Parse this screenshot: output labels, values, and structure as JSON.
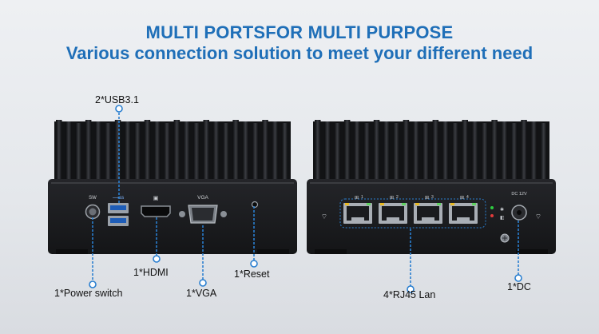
{
  "headline": {
    "line1": "MULTI PORTSFOR MULTI PURPOSE",
    "line2": "Various connection solution to meet your different need"
  },
  "device_left": {
    "ports": {
      "sw_label": "SW",
      "vga_label": "VGA"
    },
    "callouts": {
      "usb": "2*USB3.1",
      "hdmi": "1*HDMI",
      "vga": "1*VGA",
      "reset": "1*Reset",
      "power": "1*Power switch"
    }
  },
  "device_right": {
    "ports": {
      "lan_numbers": [
        "1",
        "2",
        "3",
        "4"
      ],
      "dc_label": "DC 12V"
    },
    "callouts": {
      "lan": "4*RJ45 Lan",
      "dc": "1*DC"
    }
  },
  "colors": {
    "headline": "#1f6fb8",
    "callout_line": "#2a7fd0",
    "chassis": "#1b1c1f"
  }
}
